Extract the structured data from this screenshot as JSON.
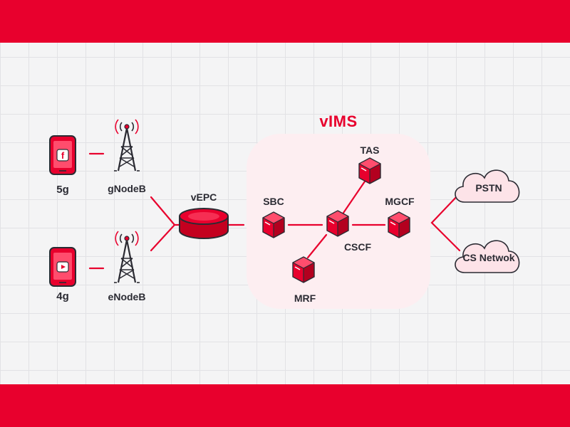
{
  "diagram": {
    "title": "vIMS",
    "devices": [
      {
        "label": "5g",
        "app": "facebook-icon"
      },
      {
        "label": "4g",
        "app": "youtube-icon"
      }
    ],
    "towers": [
      {
        "label": "gNodeB"
      },
      {
        "label": "eNodeB"
      }
    ],
    "core": {
      "label": "vEPC"
    },
    "nodes": {
      "sbc": "SBC",
      "tas": "TAS",
      "mgcf": "MGCF",
      "cscf": "CSCF",
      "mrf": "MRF"
    },
    "clouds": {
      "pstn": "PSTN",
      "cs": "CS Netwok"
    },
    "colors": {
      "accent": "#e8002d",
      "vims_background": "#fdeef1",
      "text": "#2b2b33"
    }
  }
}
